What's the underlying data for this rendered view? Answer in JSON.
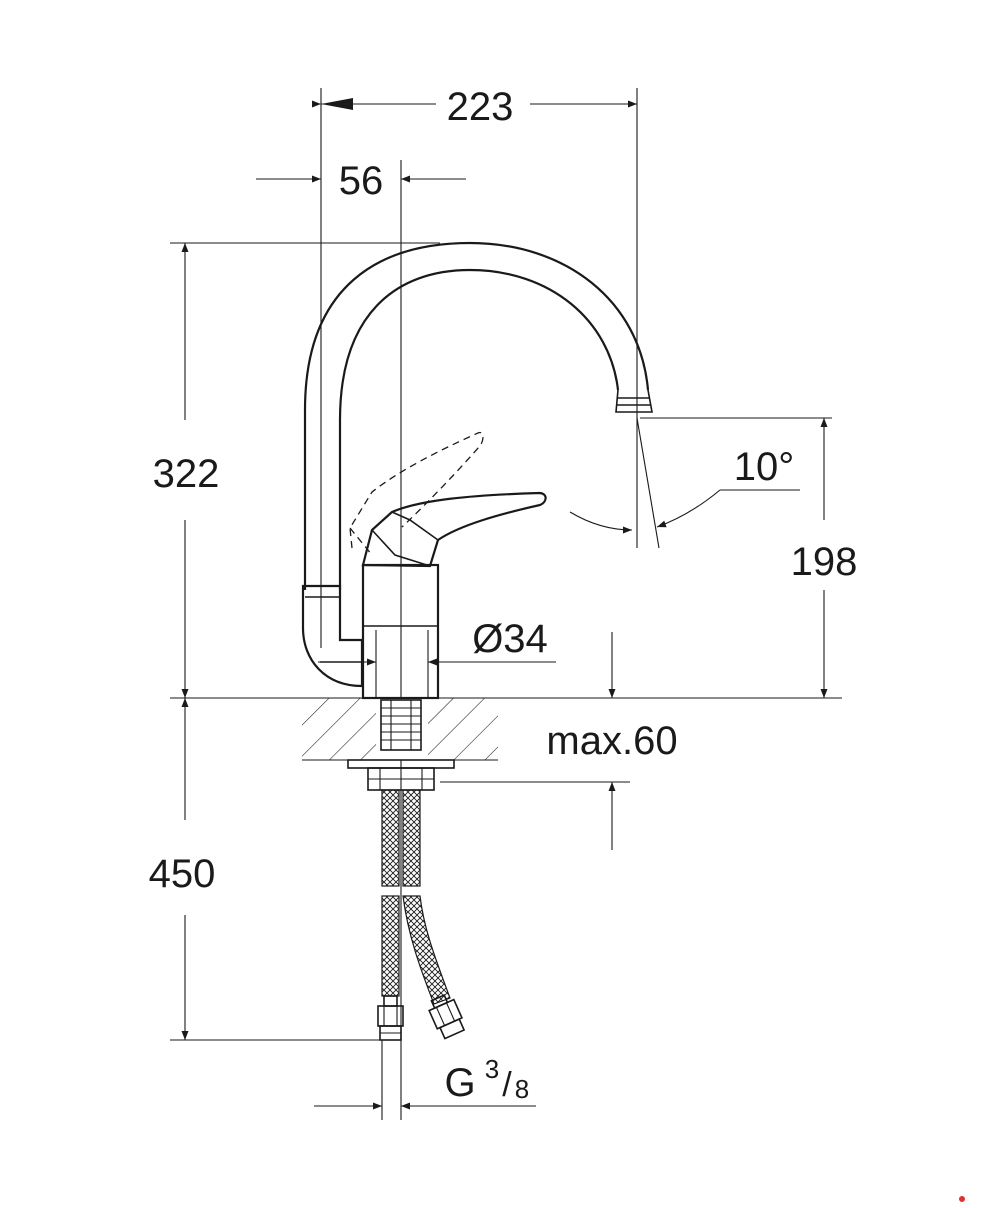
{
  "dimensions": {
    "total_reach": "223",
    "offset": "56",
    "height_above_deck": "322",
    "spout_angle": "10°",
    "spout_height": "198",
    "base_diameter": "Ø34",
    "max_deck": "max.60",
    "hose_length": "450",
    "connection_g": "G",
    "connection_num": "3",
    "connection_den": "8"
  },
  "colors": {
    "line": "#1a1a1a",
    "background": "#ffffff",
    "watermark_dot": "#e03030"
  }
}
